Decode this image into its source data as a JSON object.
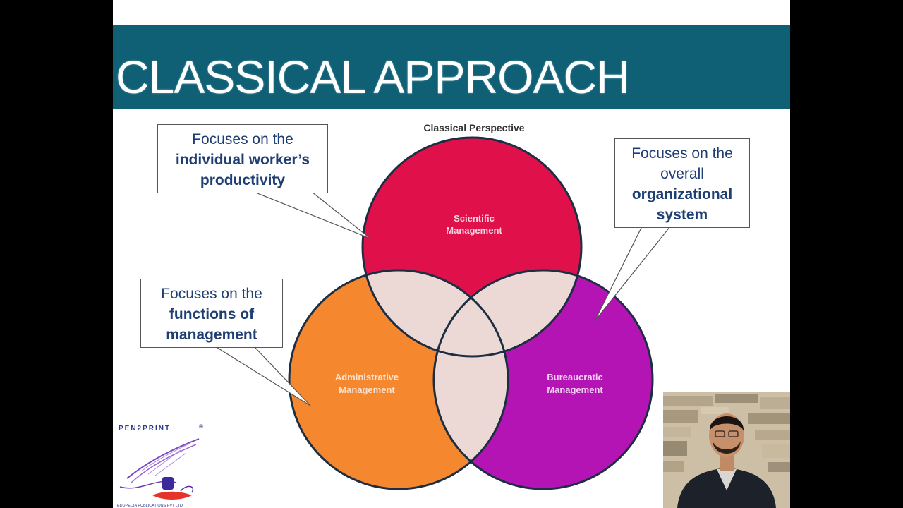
{
  "slide": {
    "title": "CLASSICAL APPROACH"
  },
  "diagram": {
    "heading": "Classical Perspective",
    "circles": [
      {
        "name": "scientific",
        "line1": "Scientific",
        "line2": "Management",
        "color": "#e0104a"
      },
      {
        "name": "administrative",
        "line1": "Administrative",
        "line2": "Management",
        "color": "#f5872f"
      },
      {
        "name": "bureaucratic",
        "line1": "Bureaucratic",
        "line2": "Management",
        "color": "#b414b4"
      }
    ],
    "overlap_color": "#ecd9d6",
    "callouts": {
      "worker": {
        "line1": "Focuses on the",
        "line2": "individual worker’s",
        "line3": "productivity"
      },
      "organization": {
        "line1": "Focuses on the",
        "line2": "overall",
        "line3": "organizational",
        "line4": "system"
      },
      "functions": {
        "line1": "Focuses on the",
        "line2": "functions of",
        "line3": "management"
      }
    }
  },
  "logo": {
    "brand": "PEN2PRINT",
    "registered": "®",
    "publisher": "EDUPEDIA PUBLICATIONS PVT LTD"
  },
  "colors": {
    "title_bar": "#0f5f75",
    "callout_text": "#1f3f73"
  }
}
